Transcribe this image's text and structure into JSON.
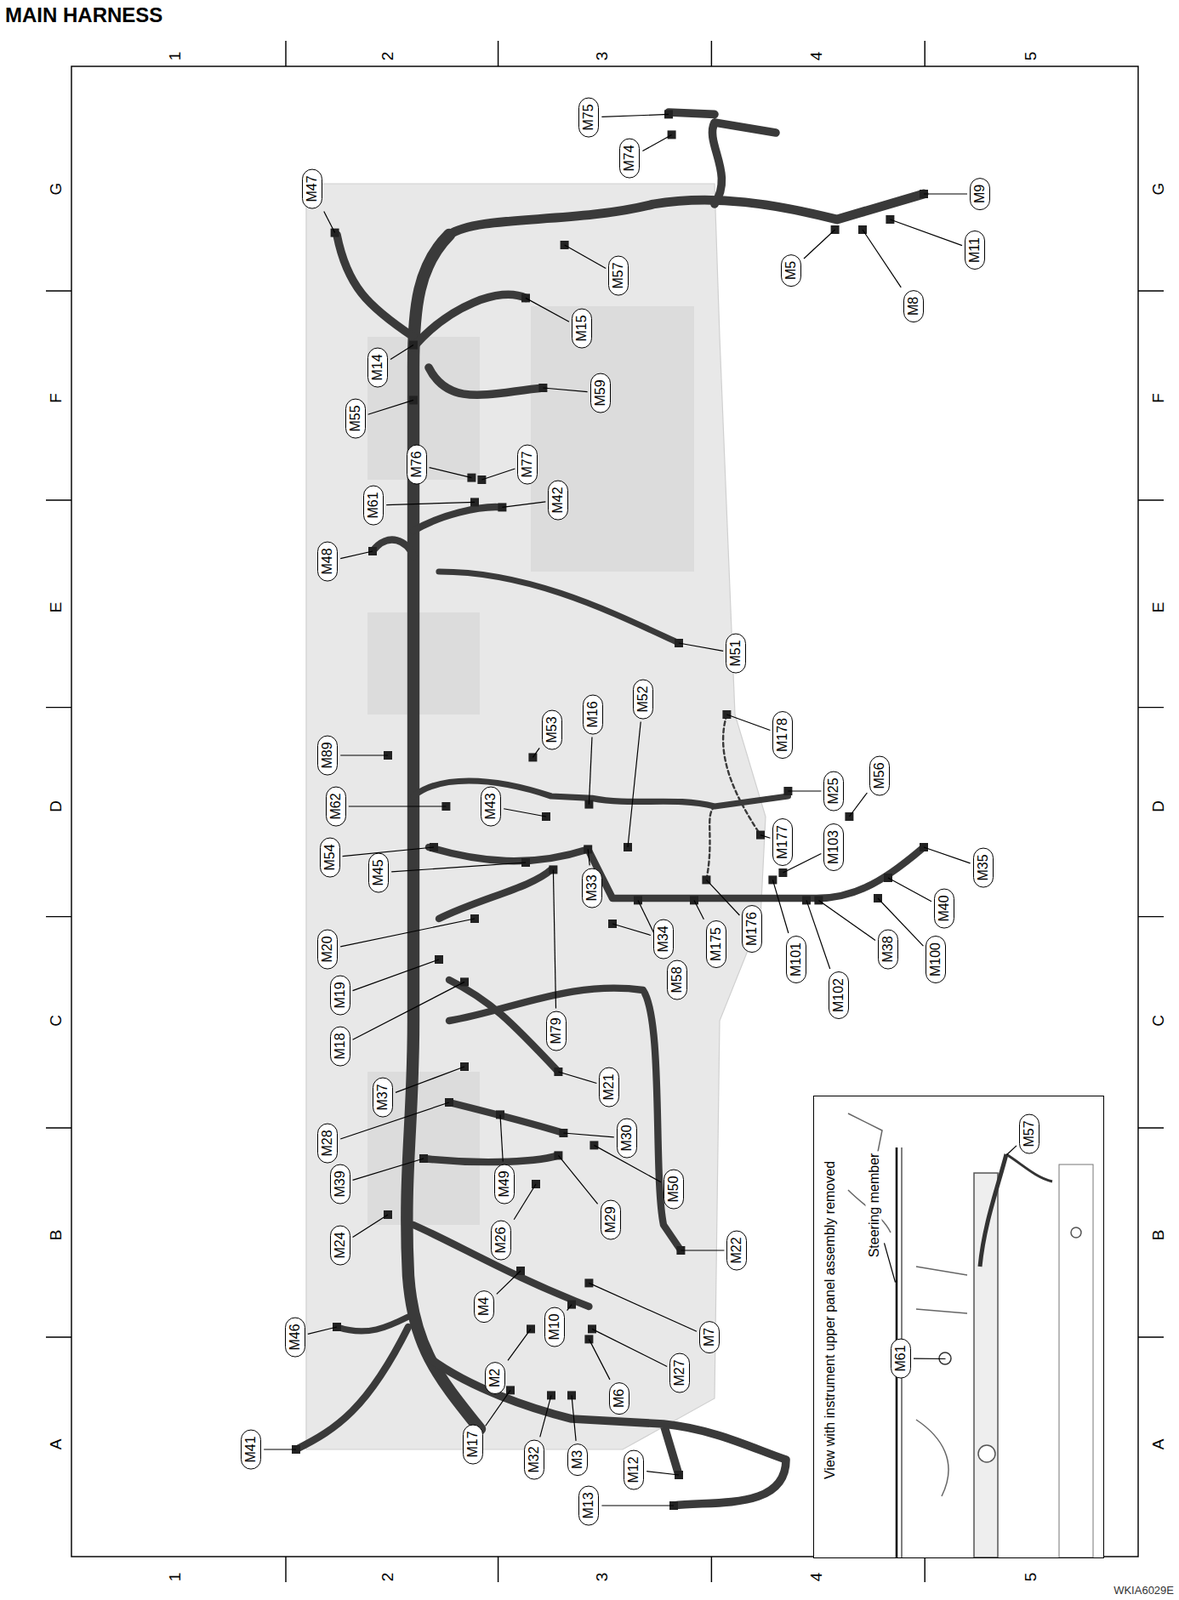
{
  "diagram": {
    "title": "MAIN HARNESS",
    "nodes": [
      {
        "text": [
          "View with instrument upper panel assembly removed",
          "Steering member",
          "M61",
          "M57"
        ]
      }
    ],
    "labels": [
      "1",
      "2",
      "3",
      "4",
      "5",
      "1",
      "2",
      "3",
      "4",
      "5",
      "G",
      "F",
      "E",
      "D",
      "C",
      "B",
      "A",
      "G",
      "F",
      "E",
      "D",
      "C",
      "B",
      "A",
      "M75",
      "M74",
      "M47",
      "M9",
      "M11",
      "M5",
      "M57",
      "M8",
      "M15",
      "M14",
      "M59",
      "M55",
      "M76",
      "M77",
      "M61",
      "M42",
      "M48",
      "M51",
      "M53",
      "M16",
      "M52",
      "M178",
      "M89",
      "M62",
      "M43",
      "M25",
      "M56",
      "M54",
      "M45",
      "M177",
      "M103",
      "M35",
      "M33",
      "M40",
      "M20",
      "M34",
      "M175",
      "M176",
      "M101",
      "M38",
      "M100",
      "M58",
      "M19",
      "M102",
      "M18",
      "M79",
      "M21",
      "M37",
      "M28",
      "M30",
      "M39",
      "M49",
      "M50",
      "M26",
      "M29",
      "M24",
      "M22",
      "M4",
      "M10",
      "M7",
      "M46",
      "M27",
      "M2",
      "M6",
      "M41",
      "M17",
      "M32",
      "M3",
      "M12",
      "M13",
      "WKIA6029E"
    ]
  }
}
